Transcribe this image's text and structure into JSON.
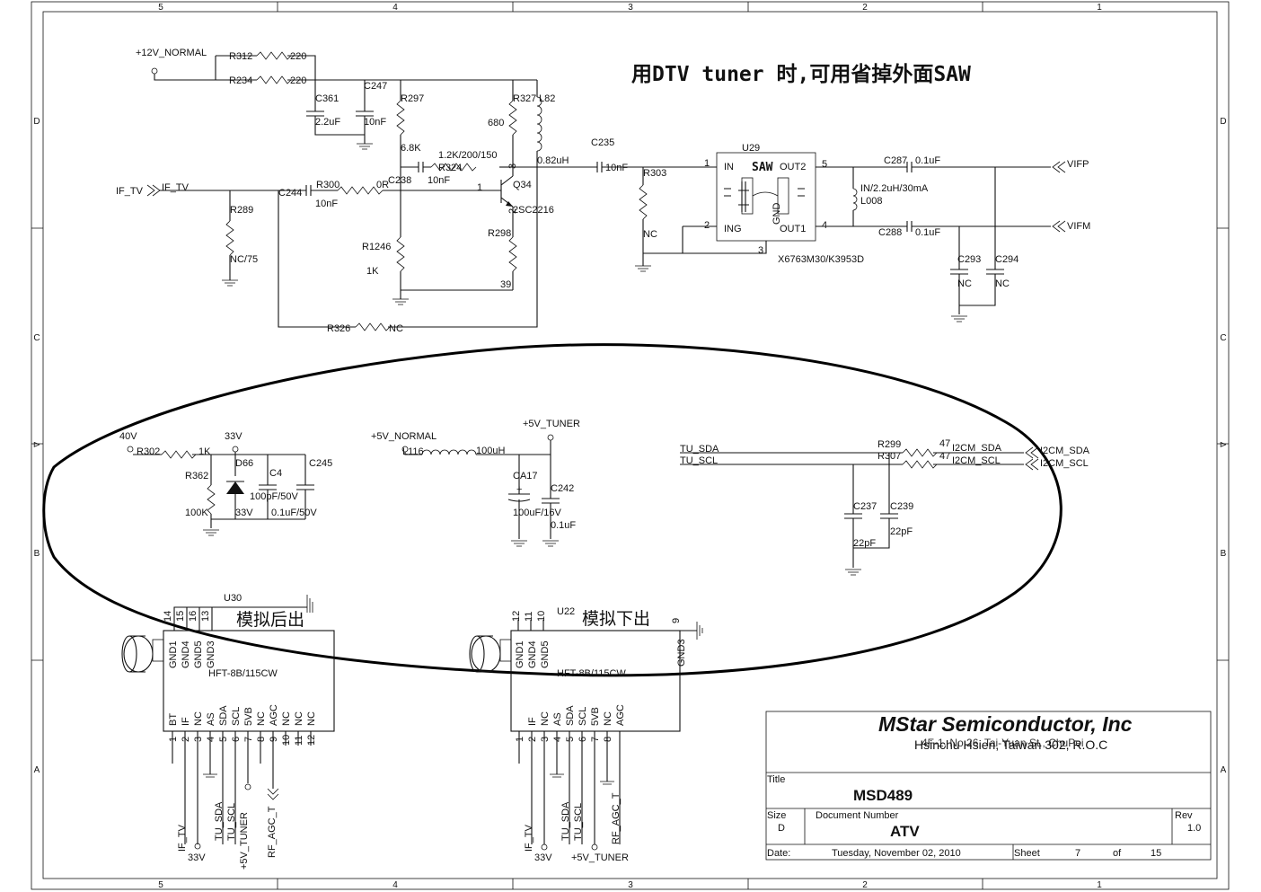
{
  "frame": {
    "col_labels": [
      "5",
      "4",
      "3",
      "2",
      "1"
    ],
    "row_labels": [
      "D",
      "C",
      "B",
      "A"
    ],
    "border_tick_label": "⊳"
  },
  "top": {
    "note": "用DTV tuner 时,可用省掉外面SAW",
    "nets": {
      "v12": "+12V_NORMAL",
      "if_tv_port": "IF_TV",
      "if_tv_net": "IF_TV",
      "vifp": "VIFP",
      "vifm": "VIFM"
    },
    "parts": {
      "r312": "R312",
      "r312_val": "220",
      "r234": "R234",
      "r234_val": "220",
      "c361": "C361",
      "c361_val": "2.2uF",
      "c247": "C247",
      "c247_val": "10nF",
      "r297": "R297",
      "r297_val": "6.8K",
      "r327": "R327",
      "l82": "L82",
      "r327_val": "680",
      "l82_val": "0.82uH",
      "r324_val": "1.2K/200/150",
      "r324": "R324",
      "c238": "C238",
      "c238_val": "10nF",
      "q34": "Q34",
      "q34_type": "2SC2216",
      "q34_pin1": "1",
      "q34_pin2": "2",
      "q34_pin3": "3",
      "c244": "C244",
      "c244_val": "10nF",
      "r300": "R300",
      "r300_val": "0R",
      "r289": "R289",
      "r289_val": "NC/75",
      "r1246": "R1246",
      "r1246_val": "1K",
      "r298": "R298",
      "r298_val": "39",
      "r326": "R326",
      "r326_val": "NC",
      "c235": "C235",
      "c235_val": "10nF",
      "r303": "R303",
      "r303_val": "NC",
      "u29": "U29",
      "u29_in": "IN",
      "u29_ing": "ING",
      "u29_gnd": "GND",
      "u29_saw": "SAW",
      "u29_out2": "OUT2",
      "u29_out1": "OUT1",
      "u29_p1": "1",
      "u29_p2": "2",
      "u29_p3": "3",
      "u29_p4": "4",
      "u29_p5": "5",
      "u29_part": "X6763M30/K3953D",
      "c287": "C287",
      "c287_val": "0.1uF",
      "l008_val": "IN/2.2uH/30mA",
      "l008": "L008",
      "c288": "C288",
      "c288_val": "0.1uF",
      "c293": "C293",
      "c293_val": "NC",
      "c294": "C294",
      "c294_val": "NC"
    }
  },
  "middle": {
    "v40": "40V",
    "r302": "R302",
    "r302_val": "1K",
    "v33a": "33V",
    "d66": "D66",
    "c4": "C4",
    "c245": "C245",
    "r362": "R362",
    "r362_val": "100K",
    "v33b": "33V",
    "c4_val": "100pF/50V",
    "c245_val": "0.1uF/50V",
    "v5n": "+5V_NORMAL",
    "l116": "L116",
    "l116_val": "100uH",
    "v5t": "+5V_TUNER",
    "ca17": "CA17",
    "ca17_plus": "+",
    "c242": "C242",
    "ca17_val": "100uF/16V",
    "c242_val": "0.1uF",
    "tu_sda": "TU_SDA",
    "tu_scl": "TU_SCL",
    "r299": "R299",
    "r307": "R307",
    "r299_val": "47",
    "r307_val": "47",
    "i2cm_sda_net": "I2CM_SDA",
    "i2cm_scl_net": "I2CM_SCL",
    "i2cm_sda_port": "I2CM_SDA",
    "i2cm_scl_port": "I2CM_SCL",
    "c237": "C237",
    "c239": "C239",
    "c237_val": "22pF",
    "c239_val": "22pF"
  },
  "u30": {
    "ref": "U30",
    "title": "模拟后出",
    "model": "HFT-8B/115CW",
    "top_pins": [
      "14",
      "15",
      "16",
      "13"
    ],
    "top_names": [
      "GND1",
      "GND4",
      "GND5",
      "GND3"
    ],
    "bottom_names": [
      "BT",
      "IF",
      "NC",
      "AS",
      "SDA",
      "SCL",
      "5VB",
      "NC",
      "AGC",
      "NC",
      "NC",
      "NC"
    ],
    "bottom_pins": [
      "1",
      "2",
      "3",
      "4",
      "5",
      "6",
      "7",
      "8",
      "9",
      "10",
      "11",
      "12"
    ],
    "nets": [
      "IF_TV",
      "TU_SDA",
      "TU_SCL",
      "+5V_TUNER",
      "RF_AGC_T"
    ],
    "v33": "33V"
  },
  "u22": {
    "ref": "U22",
    "title": "模拟下出",
    "model": "HFT-8B/115CW",
    "top_pins": [
      "12",
      "11",
      "10"
    ],
    "top_names": [
      "GND1",
      "GND4",
      "GND5"
    ],
    "right_pin": "9",
    "right_name": "GND3",
    "bottom_names": [
      "IF",
      "NC",
      "AS",
      "SDA",
      "SCL",
      "5VB",
      "NC",
      "AGC"
    ],
    "bottom_pins": [
      "1",
      "2",
      "3",
      "4",
      "5",
      "6",
      "7",
      "8"
    ],
    "nets": [
      "IF_TV",
      "TU_SDA",
      "TU_SCL",
      "RF_AGC_T"
    ],
    "v33": "33V",
    "v5t": "+5V_TUNER"
  },
  "title_block": {
    "company": "MStar Semiconductor, Inc",
    "address_overlap": "4F-1, No.26, Tai-Yuan St., ChuPei",
    "address2": "Hsinchu Hsien, Taiwan 302, R.O.C",
    "title_label": "Title",
    "title": "MSD489",
    "size_label": "Size",
    "size": "D",
    "docnum_label": "Document Number",
    "docnum": "ATV",
    "rev_label": "Rev",
    "rev": "1.0",
    "date_label": "Date:",
    "date": "Tuesday, November 02, 2010",
    "sheet_label": "Sheet",
    "sheet": "7",
    "of_label": "of",
    "of": "15"
  }
}
